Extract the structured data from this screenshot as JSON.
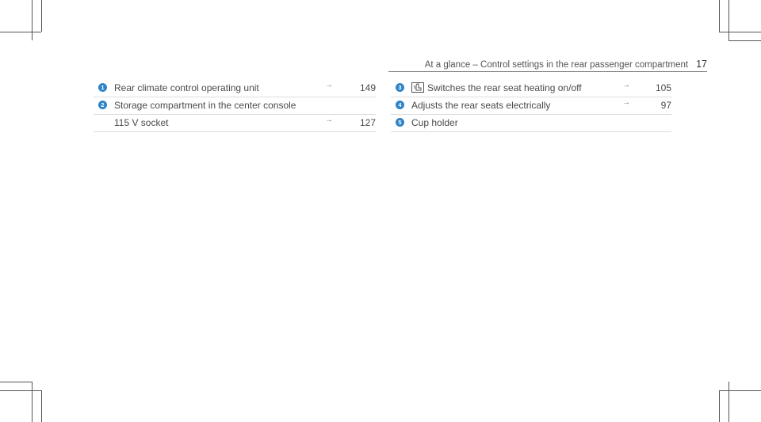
{
  "header": {
    "title": "At a glance – Control settings in the rear passenger compartment",
    "page_number": "17"
  },
  "legend_left": [
    {
      "marker": "1",
      "label": "Rear climate control operating unit",
      "arrow": "→",
      "ref": "149"
    },
    {
      "marker": "2",
      "label": "Storage compartment in the center console",
      "arrow": "",
      "ref": ""
    },
    {
      "marker": "",
      "label": "115 V socket",
      "arrow": "→",
      "ref": "127"
    }
  ],
  "legend_right": [
    {
      "marker": "3",
      "icon": "seat-heating-icon",
      "label": "Switches the rear seat heating on/off",
      "arrow": "→",
      "ref": "105"
    },
    {
      "marker": "4",
      "label": "Adjusts the rear seats electrically",
      "arrow": "→",
      "ref": "97"
    },
    {
      "marker": "5",
      "label": "Cup holder",
      "arrow": "",
      "ref": ""
    }
  ],
  "colors": {
    "marker": "#2f83c7",
    "text": "#4a4a4a",
    "rule": "#dcdcdc"
  }
}
